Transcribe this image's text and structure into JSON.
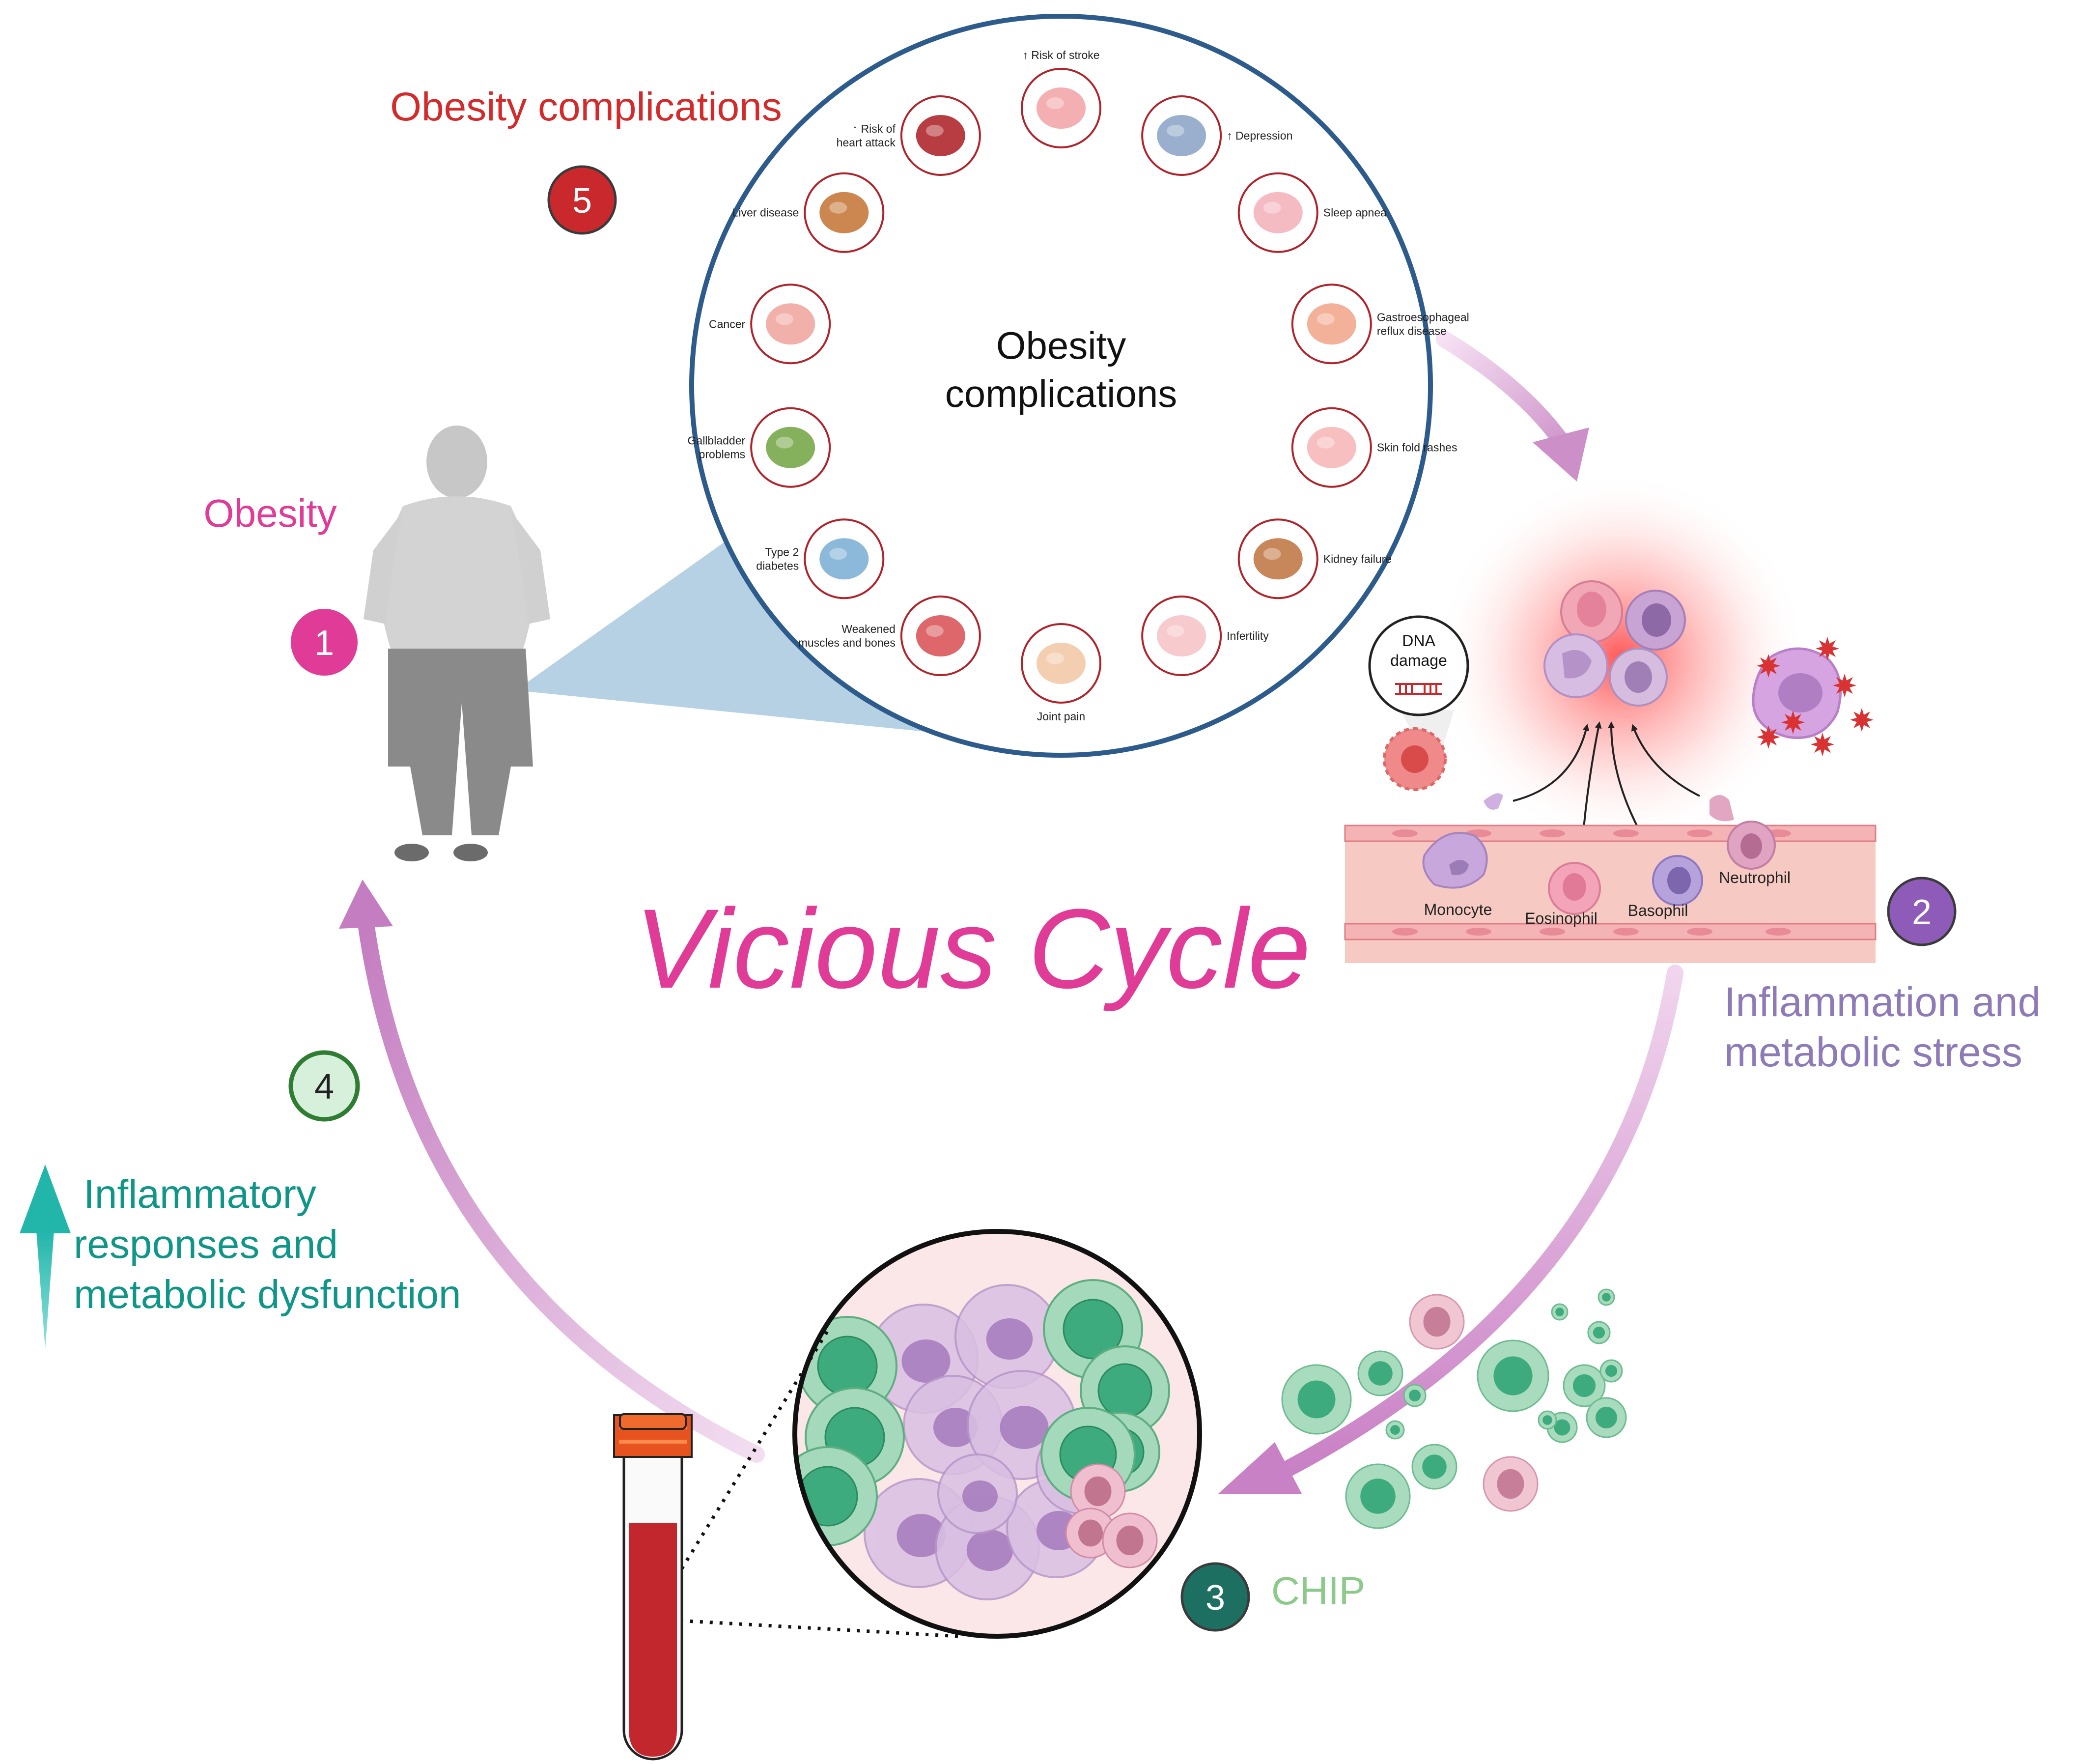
{
  "title": "Vicious Cycle",
  "steps": [
    {
      "number": "1",
      "label": "Obesity",
      "color": "#e03c97"
    },
    {
      "number": "2",
      "label_lines": [
        "Inflammation and",
        "metabolic stress"
      ],
      "color": "#8f7ab8"
    },
    {
      "number": "3",
      "label": "CHIP",
      "color": "#1d6f61",
      "label_color": "#8cc98a"
    },
    {
      "number": "4",
      "label_lines": [
        "Inflammatory",
        "responses and",
        "metabolic dysfunction"
      ],
      "color": "#2e7d32",
      "label_color": "#0f9688"
    },
    {
      "number": "5",
      "label": "Obesity complications",
      "color": "#c9282c"
    }
  ],
  "complications": {
    "center_lines": [
      "Obesity",
      "complications"
    ],
    "items": [
      {
        "lines": [
          "↑ Risk of stroke"
        ],
        "icon": "brain-stroke-icon"
      },
      {
        "lines": [
          "↑ Depression"
        ],
        "icon": "brain-icon"
      },
      {
        "lines": [
          "Sleep apnea"
        ],
        "icon": "lungs-icon"
      },
      {
        "lines": [
          "Gastroesophageal",
          "reflux disease"
        ],
        "icon": "stomach-icon"
      },
      {
        "lines": [
          "Skin fold rashes"
        ],
        "icon": "skin-rash-icon"
      },
      {
        "lines": [
          "Kidney failure"
        ],
        "icon": "kidney-icon"
      },
      {
        "lines": [
          "Infertility"
        ],
        "icon": "reproductive-icon"
      },
      {
        "lines": [
          "Joint pain"
        ],
        "icon": "knee-joint-icon"
      },
      {
        "lines": [
          "Weakened",
          "muscles and bones"
        ],
        "icon": "muscle-icon"
      },
      {
        "lines": [
          "Type 2",
          "diabetes"
        ],
        "icon": "glucometer-icon"
      },
      {
        "lines": [
          "Gallbladder",
          "problems"
        ],
        "icon": "gallbladder-icon"
      },
      {
        "lines": [
          "Cancer"
        ],
        "icon": "tumor-icon"
      },
      {
        "lines": [
          "Liver disease"
        ],
        "icon": "liver-icon"
      },
      {
        "lines": [
          "↑ Risk of",
          "heart attack"
        ],
        "icon": "heart-icon"
      }
    ]
  },
  "inflammation": {
    "dna_damage_lines": [
      "DNA",
      "damage"
    ],
    "cells": [
      "Monocyte",
      "Eosinophil",
      "Basophil",
      "Neutrophil"
    ]
  },
  "colors": {
    "title": "#e03c97",
    "cycle_arrow": "#cc8fc8",
    "circle_border": "#2d5b8c",
    "organ_ring": "#b0232a",
    "projection": "#a9c9de",
    "vessel": "#f6c9c3",
    "hsc_green": "#3dab7d",
    "teal_arrow": "#2bbdb3"
  }
}
